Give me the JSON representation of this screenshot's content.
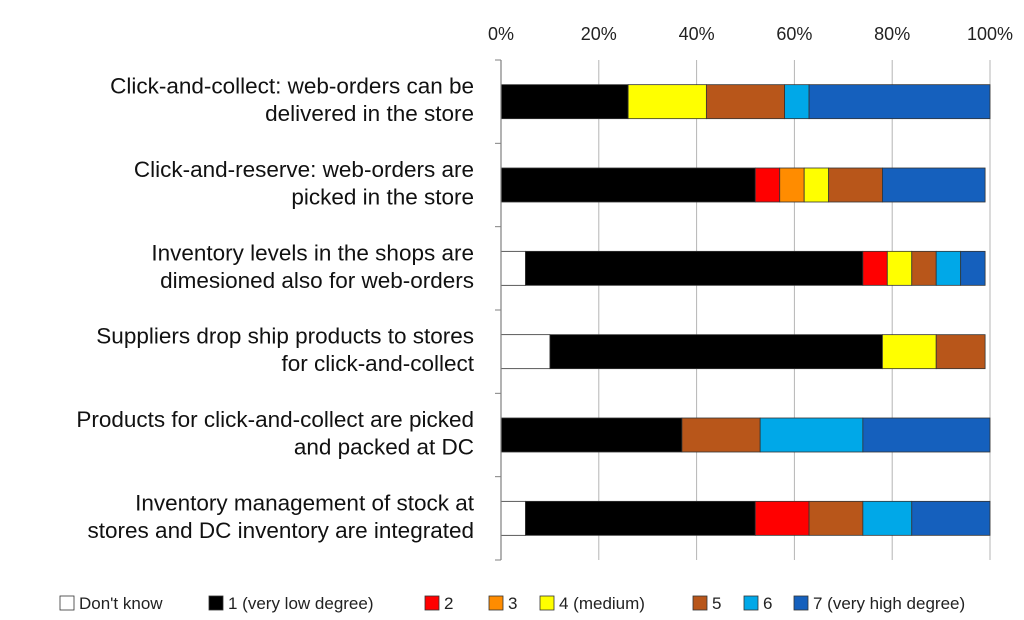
{
  "chart_data": {
    "type": "bar",
    "orientation": "horizontal",
    "stacked": "percent",
    "xlim": [
      0,
      100
    ],
    "x_ticks": [
      "0%",
      "20%",
      "40%",
      "60%",
      "80%",
      "100%"
    ],
    "grid": true,
    "legend_position": "bottom",
    "categories": [
      [
        "Click-and-collect: web-orders can be",
        "delivered in the store"
      ],
      [
        "Click-and-reserve: web-orders are",
        "picked in the store"
      ],
      [
        "Inventory levels in the shops are",
        "dimesioned also for web-orders"
      ],
      [
        "Suppliers drop ship products to stores",
        "for click-and-collect"
      ],
      [
        "Products for click-and-collect are picked",
        "and packed at DC"
      ],
      [
        "Inventory management of stock at",
        "stores and DC inventory are integrated"
      ]
    ],
    "series": [
      {
        "name": "Don't know",
        "color": "#ffffff",
        "values": [
          0,
          0,
          5,
          10,
          0,
          5
        ]
      },
      {
        "name": "1 (very low degree)",
        "color": "#000000",
        "values": [
          26,
          52,
          69,
          68,
          37,
          47
        ]
      },
      {
        "name": "2",
        "color": "#ff0000",
        "values": [
          0,
          5,
          5,
          0,
          0,
          11
        ]
      },
      {
        "name": "3",
        "color": "#ff8c00",
        "values": [
          0,
          5,
          0,
          0,
          0,
          0
        ]
      },
      {
        "name": "4 (medium)",
        "color": "#ffff00",
        "values": [
          16,
          5,
          5,
          11,
          0,
          0
        ]
      },
      {
        "name": "5",
        "color": "#b8561a",
        "values": [
          16,
          11,
          5,
          10,
          16,
          11
        ]
      },
      {
        "name": "6",
        "color": "#00a8e8",
        "values": [
          5,
          0,
          5,
          0,
          21,
          10
        ]
      },
      {
        "name": "7 (very high degree)",
        "color": "#1560bd",
        "values": [
          37,
          21,
          5,
          0,
          26,
          16
        ]
      }
    ]
  }
}
